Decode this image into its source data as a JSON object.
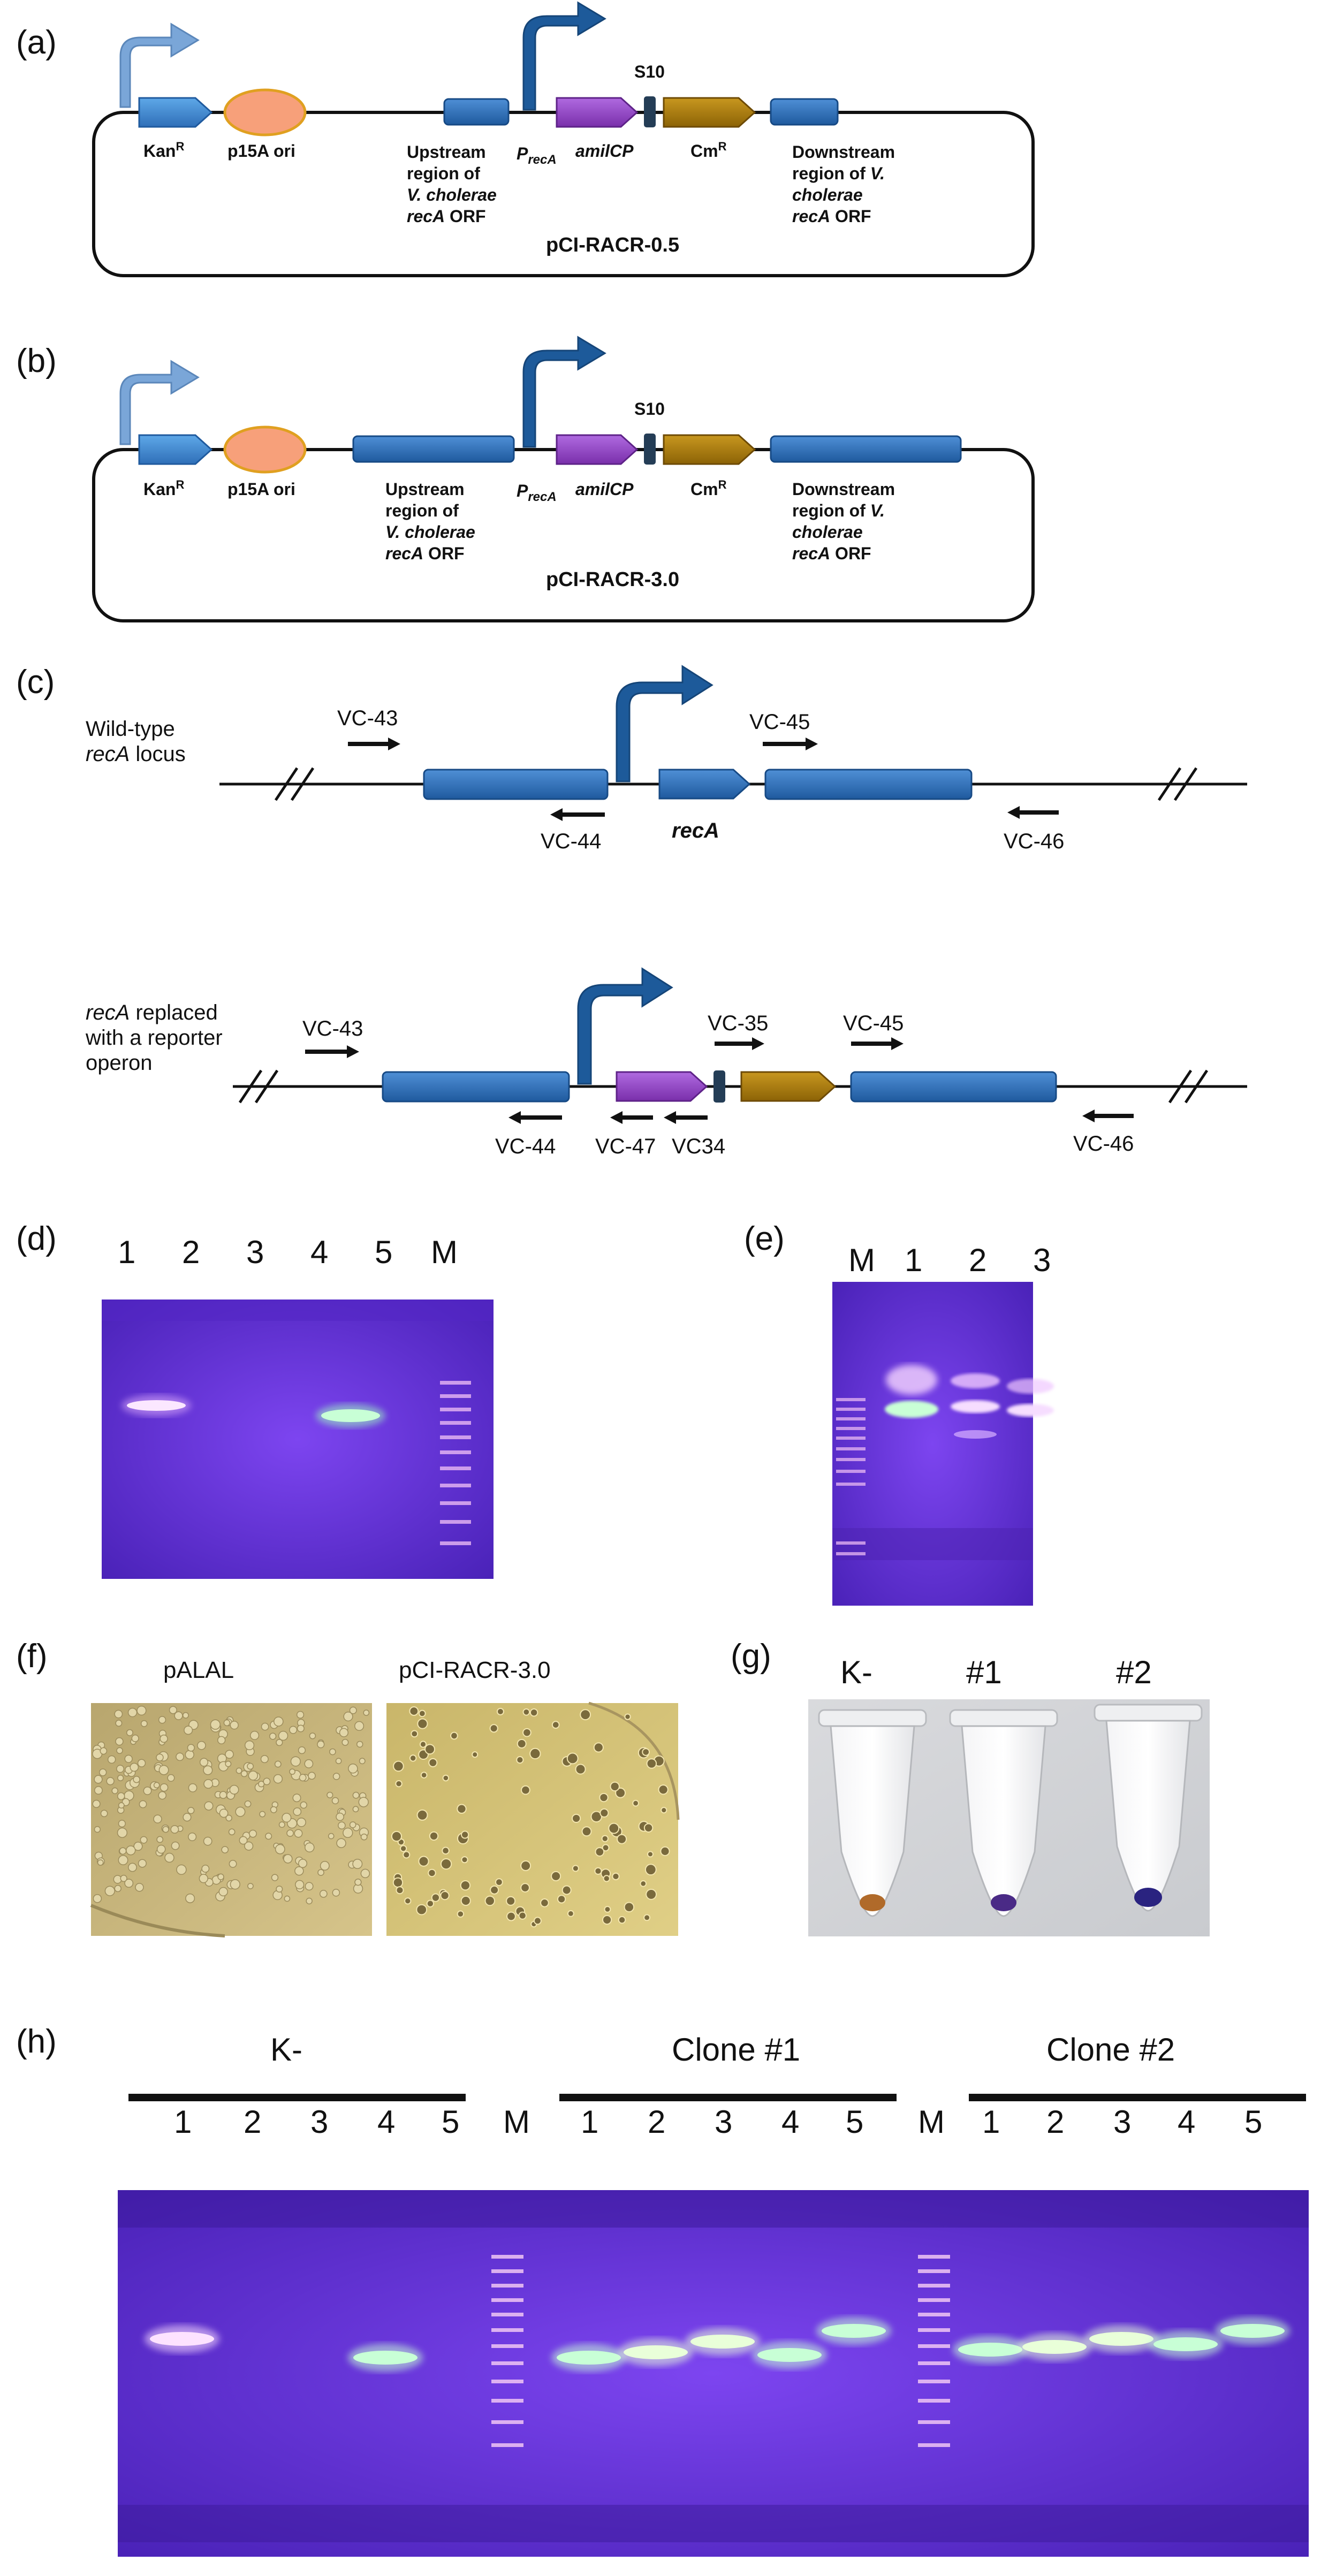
{
  "panels": {
    "a": {
      "label": "(a)",
      "kan": "Kan",
      "kan_sup": "R",
      "ori": "p15A ori",
      "upstream": [
        "Upstream",
        "region of",
        "V. cholerae",
        "recA ORF"
      ],
      "promoter_main": "P",
      "promoter_sub": "recA",
      "amil": "amilCP",
      "s10": "S10",
      "cm": "Cm",
      "cm_sup": "R",
      "downstream": [
        "Downstream",
        "region of V.",
        "cholerae",
        "recA ORF"
      ],
      "plasmid_name": "pCI-RACR-0.5"
    },
    "b": {
      "label": "(b)",
      "kan": "Kan",
      "kan_sup": "R",
      "ori": "p15A ori",
      "upstream": [
        "Upstream",
        "region of",
        "V. cholerae",
        "recA ORF"
      ],
      "promoter_main": "P",
      "promoter_sub": "recA",
      "amil": "amilCP",
      "s10": "S10",
      "cm": "Cm",
      "cm_sup": "R",
      "downstream": [
        "Downstream",
        "region of V.",
        "cholerae",
        "recA ORF"
      ],
      "plasmid_name": "pCI-RACR-3.0"
    },
    "c": {
      "label": "(c)",
      "wt_title": [
        "Wild-type",
        "recA locus"
      ],
      "wt_gene": "recA",
      "wt_primers": [
        "VC-43",
        "VC-44",
        "VC-45",
        "VC-46"
      ],
      "rep_title": [
        "recA replaced",
        "with a reporter",
        "operon"
      ],
      "rep_primers": [
        "VC-43",
        "VC-44",
        "VC-47",
        "VC34",
        "VC-35",
        "VC-45",
        "VC-46"
      ]
    },
    "d": {
      "label": "(d)",
      "lanes": [
        "1",
        "2",
        "3",
        "4",
        "5",
        "M"
      ]
    },
    "e": {
      "label": "(e)",
      "lanes": [
        "M",
        "1",
        "2",
        "3"
      ]
    },
    "f": {
      "label": "(f)",
      "plates": [
        "pALAL",
        "pCI-RACR-3.0"
      ]
    },
    "g": {
      "label": "(g)",
      "tubes": [
        "K-",
        "#1",
        "#2"
      ]
    },
    "h": {
      "label": "(h)",
      "groups": [
        "K-",
        "Clone #1",
        "Clone #2"
      ],
      "lanes": [
        "1",
        "2",
        "3",
        "4",
        "5",
        "M",
        "1",
        "2",
        "3",
        "4",
        "5",
        "M",
        "1",
        "2",
        "3",
        "4",
        "5"
      ]
    }
  },
  "colors": {
    "gene_blue": "#2f6db3",
    "promoter_dark": "#1d5a9a",
    "promoter_light": "#7aa6d8",
    "ori_orange": "#f7a07a",
    "amil_purple": "#8a3fb8",
    "cm_brown": "#a7780d",
    "s10_dark": "#243d56",
    "gel_purple": "#6a34e0",
    "band_green": "#baf7c3"
  }
}
